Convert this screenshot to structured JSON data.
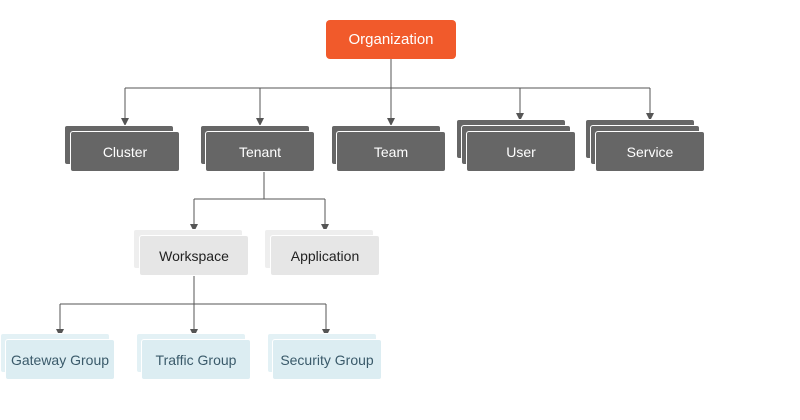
{
  "diagram": {
    "root": {
      "label": "Organization",
      "color": "#f15a2b"
    },
    "level1": [
      {
        "id": "cluster",
        "label": "Cluster"
      },
      {
        "id": "tenant",
        "label": "Tenant"
      },
      {
        "id": "team",
        "label": "Team"
      },
      {
        "id": "user",
        "label": "User"
      },
      {
        "id": "service",
        "label": "Service"
      }
    ],
    "level2": [
      {
        "id": "workspace",
        "label": "Workspace"
      },
      {
        "id": "application",
        "label": "Application"
      }
    ],
    "level3": [
      {
        "id": "gateway-group",
        "label": "Gateway Group"
      },
      {
        "id": "traffic-group",
        "label": "Traffic Group"
      },
      {
        "id": "security-group",
        "label": "Security Group"
      }
    ],
    "colors": {
      "dark_node": "#666666",
      "light_node": "#e6e6e6",
      "blue_node": "#dcedf2",
      "connector": "#555555"
    }
  }
}
